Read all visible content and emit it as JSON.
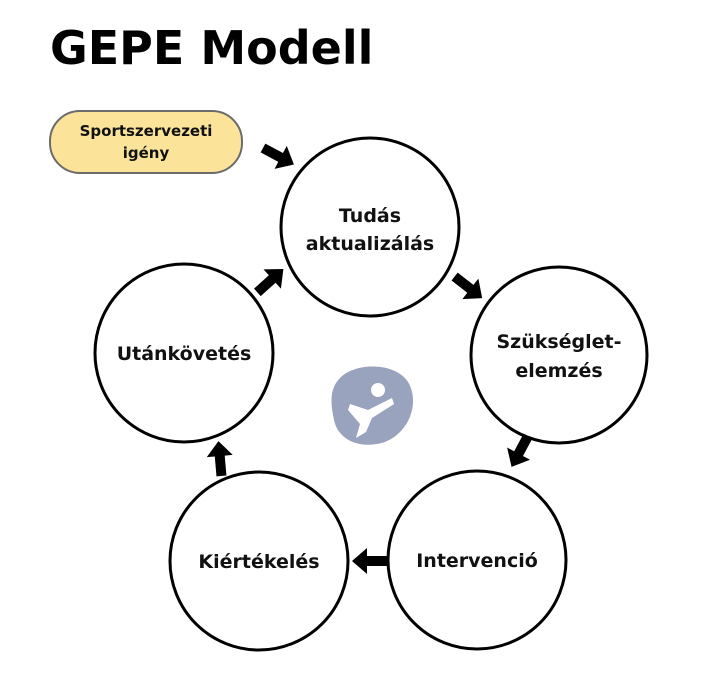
{
  "title": "GEPE Modell",
  "source": {
    "lines": [
      "Sportszervezeti",
      "igény"
    ],
    "fill": "#fbe49a",
    "stroke": "#6b6b6b"
  },
  "nodes": [
    {
      "id": "tudas",
      "lines": [
        "Tudás",
        "aktualizálás"
      ]
    },
    {
      "id": "szukseglet",
      "lines": [
        "Szükséglet-",
        "elemzés"
      ]
    },
    {
      "id": "intervencio",
      "lines": [
        "Intervenció"
      ]
    },
    {
      "id": "kiertekeles",
      "lines": [
        "Kiértékelés"
      ]
    },
    {
      "id": "utankovetes",
      "lines": [
        "Utánkövetés"
      ]
    }
  ],
  "colors": {
    "circle_stroke": "#000000",
    "arrow": "#000000",
    "logo_bg": "#9aa3bd",
    "logo_fg": "#ffffff"
  },
  "icons": {
    "center": "running-figure-logo-icon"
  }
}
